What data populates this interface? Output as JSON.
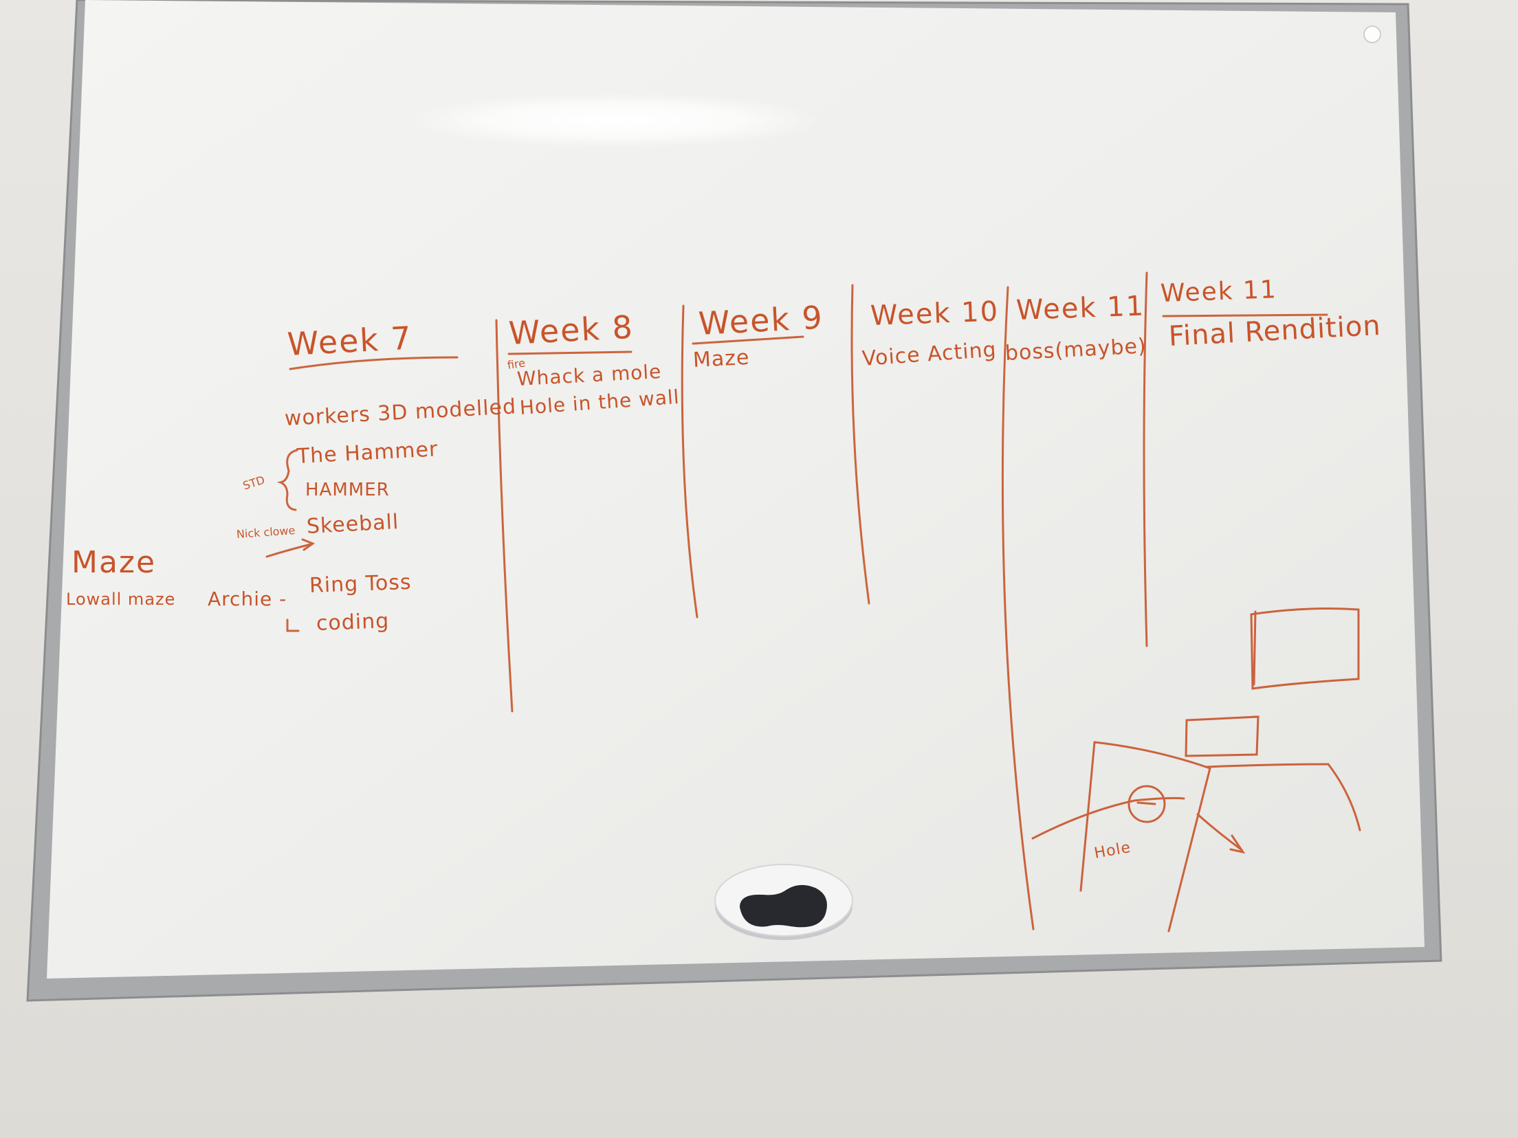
{
  "whiteboard": {
    "columns": [
      {
        "heading": "Week 7",
        "items": [
          "workers 3D modelled",
          "The Hammer",
          "HAMMER",
          "Skeeball",
          "Ring Toss",
          "coding"
        ],
        "labels": {
          "std": "STD",
          "archie": "Archie -",
          "arrow_note": "Nick clowe"
        }
      },
      {
        "heading": "Week 8",
        "note": "fire",
        "items": [
          "Whack a mole",
          "Hole in the wall"
        ]
      },
      {
        "heading": "Week 9",
        "items": [
          "Maze"
        ]
      },
      {
        "heading": "Week 10",
        "items": [
          "Voice Acting"
        ]
      },
      {
        "heading": "Week 11",
        "items": [
          "boss(maybe)"
        ]
      },
      {
        "heading": "Week 11",
        "items": [
          "Final Rendition"
        ]
      }
    ],
    "side_note": {
      "title": "Maze",
      "subtitle": "Lowall maze"
    },
    "sketch_label": "Hole",
    "ink_color": "#c8542a",
    "frame_color": "#9b9c9e"
  }
}
